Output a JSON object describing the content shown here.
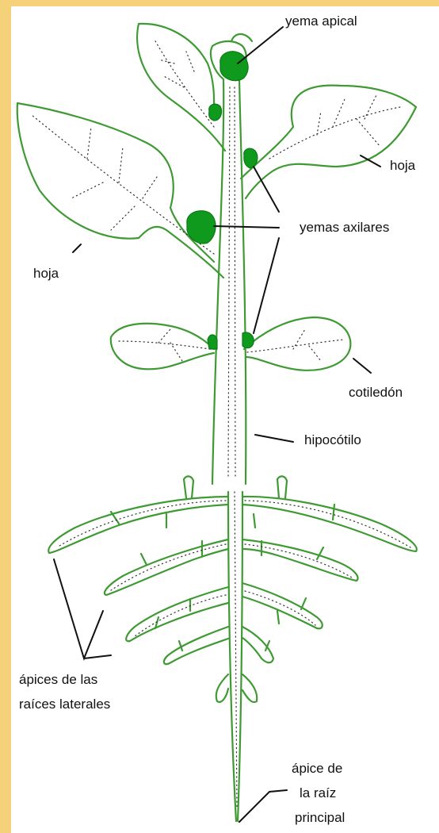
{
  "colors": {
    "frame": "#f5d27a",
    "background": "#ffffff",
    "plant_outline": "#3f9a34",
    "bud_fill": "#0f9a1e",
    "text": "#111111"
  },
  "labels": {
    "apical_bud": "yema apical",
    "leaf_right": "hoja",
    "axillary_buds": "yemas axilares",
    "leaf_left": "hoja",
    "cotyledon": "cotiledón",
    "hypocotyl": "hipocótilo",
    "lateral_root_tips": [
      "ápices de las",
      "raíces laterales"
    ],
    "main_root_tip": [
      "ápice de",
      "la raíz",
      "principal"
    ]
  }
}
